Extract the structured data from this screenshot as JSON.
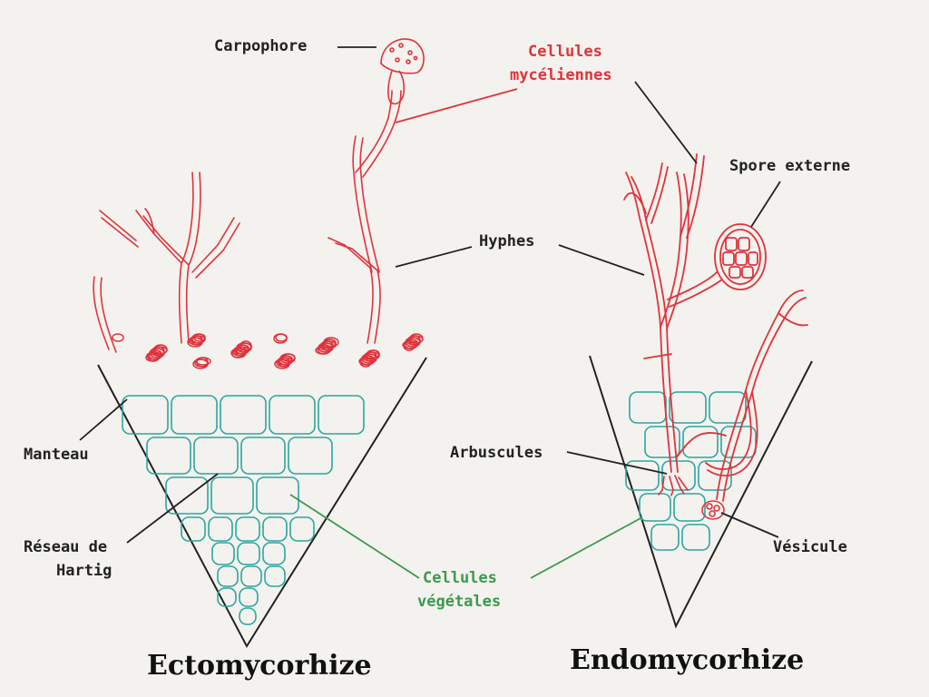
{
  "labels": {
    "carpophore": "Carpophore",
    "cellules_myceliennes_1": "Cellules",
    "cellules_myceliennes_2": "mycéliennes",
    "spore_externe": "Spore externe",
    "hyphes": "Hyphes",
    "manteau": "Manteau",
    "arbuscules": "Arbuscules",
    "reseau_hartig_1": "Réseau de",
    "reseau_hartig_2": "Hartig",
    "cellules_vegetales_1": "Cellules",
    "cellules_vegetales_2": "végétales",
    "vesicule": "Vésicule"
  },
  "titles": {
    "ecto": "Ectomycorhize",
    "endo": "Endomycorhize"
  },
  "colors": {
    "fungus": "#e0333c",
    "plant": "#2aa6a0",
    "ink": "#222222",
    "plant_label": "#3a9a4c"
  }
}
